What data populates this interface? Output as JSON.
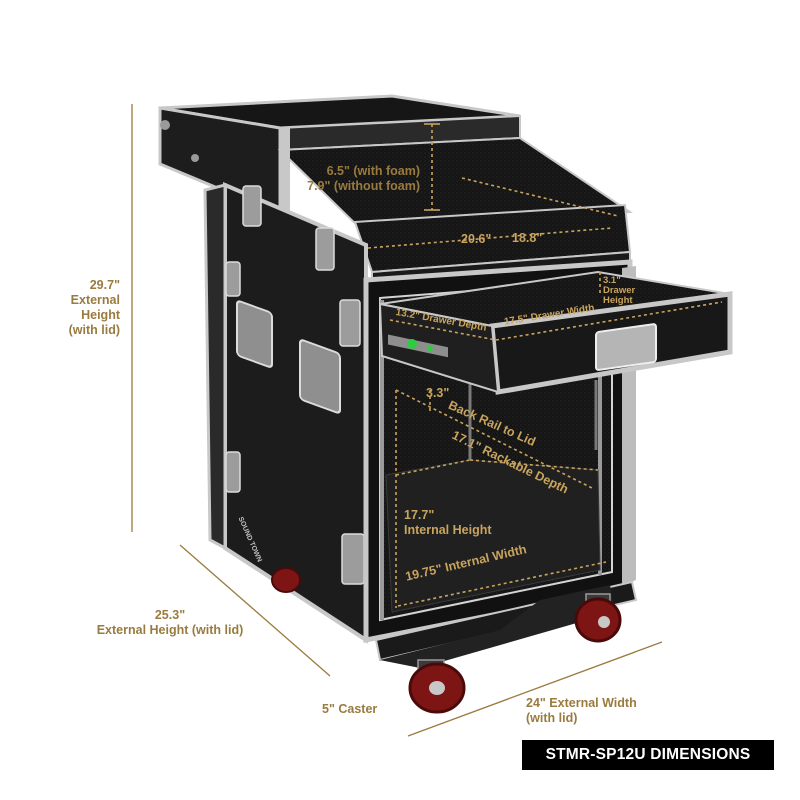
{
  "banner": {
    "title": "STMR-SP12U DIMENSIONS"
  },
  "brand": {
    "logo_text": "SOUND TOWN"
  },
  "dimensions": {
    "height_value": "29.7\"",
    "height_label1": "External",
    "height_label2": "Height",
    "height_label3": "(with lid)",
    "depth_value": "25.3\"",
    "depth_label": "External Height (with lid)",
    "caster": "5\" Caster",
    "width_line1": "24\" External Width",
    "width_line2": "(with lid)",
    "top_line1": "6.5\" (with foam)",
    "top_line2": "7.9\" (without foam)",
    "shelf_depth": "18.8\"",
    "shelf_width": "20.6\"",
    "drawer_height_value": "3.1\"",
    "drawer_height_label1": "Drawer",
    "drawer_height_label2": "Height",
    "drawer_depth": "13.2\" Drawer Depth",
    "drawer_width": "17.5\" Drawer Width",
    "back_rail_value": "3.3\"",
    "back_rail_label": "Back Rail to Lid",
    "rackable_depth": "17.1\" Rackable Depth",
    "internal_height_value": "17.7\"",
    "internal_height_label": "Internal Height",
    "internal_width": "19.75\" Internal Width"
  },
  "colors": {
    "accent": "#9a7b3f",
    "case_body": "#1b1b1b",
    "aluminum_trim": "#c8c8c8",
    "wheel": "#8b1a1a",
    "banner_bg": "#000000"
  }
}
